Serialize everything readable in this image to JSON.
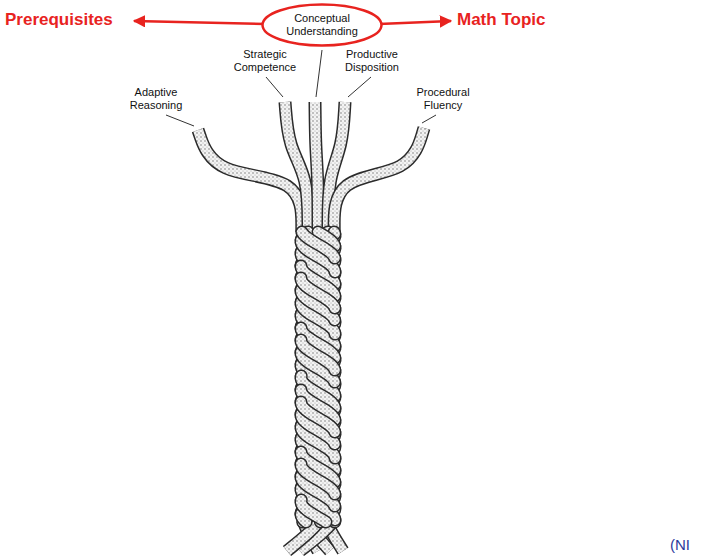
{
  "diagram": {
    "nodes": [
      {
        "text": [
          "Conceptual Understanding"
        ]
      }
    ],
    "labels": [
      "Prerequisites",
      "Math Topic",
      "Strategic Competence",
      "Productive Disposition",
      "Adaptive Reasoning",
      "Procedural Fluency",
      "(NI"
    ]
  }
}
